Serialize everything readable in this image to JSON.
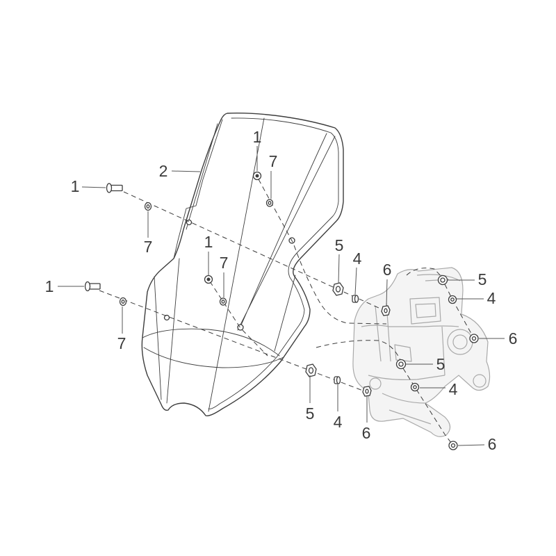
{
  "callouts": [
    {
      "label": "1"
    },
    {
      "label": "2"
    },
    {
      "label": "1"
    },
    {
      "label": "7"
    },
    {
      "label": "7"
    },
    {
      "label": "1"
    },
    {
      "label": "7"
    },
    {
      "label": "5"
    },
    {
      "label": "4"
    },
    {
      "label": "6"
    },
    {
      "label": "5"
    },
    {
      "label": "4"
    },
    {
      "label": "1"
    },
    {
      "label": "7"
    },
    {
      "label": "6"
    },
    {
      "label": "5"
    },
    {
      "label": "4"
    },
    {
      "label": "5"
    },
    {
      "label": "4"
    },
    {
      "label": "6"
    },
    {
      "label": "6"
    }
  ],
  "colors": {
    "outline": "#3c3c3c",
    "bracket": "#a9a9a9",
    "background": "#ffffff"
  }
}
